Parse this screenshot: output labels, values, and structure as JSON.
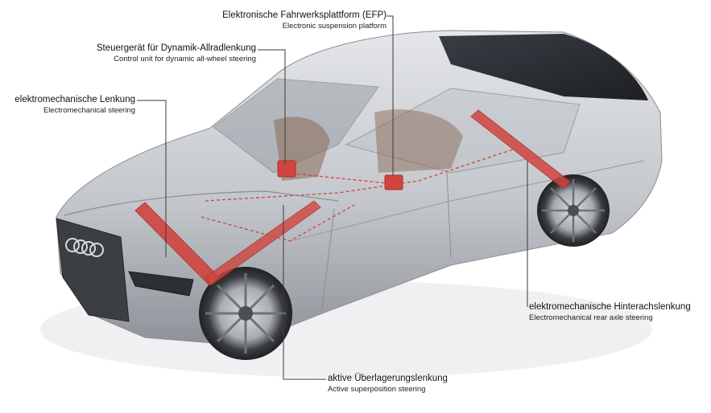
{
  "callouts": {
    "efp": {
      "de": "Elektronische Fahrwerksplattform (EFP)",
      "en": "Electronic suspension platform"
    },
    "awsControl": {
      "de": "Steuergerät für Dynamik-Allradlenkung",
      "en": "Control unit for dynamic all-wheel steering"
    },
    "emSteering": {
      "de": "elektromechanische Lenkung",
      "en": "Electromechanical steering"
    },
    "rearAxle": {
      "de": "elektromechanische Hinterachslenkung",
      "en": "Electromechanical rear axle steering"
    },
    "activeSteering": {
      "de": "aktive Überlagerungslenkung",
      "en": "Active superposition steering"
    }
  },
  "colors": {
    "body": "#c9cbcf",
    "bodyDark": "#9fa3a8",
    "glass": "#2b2e33",
    "component": "#d2453f",
    "leader": "#3a3a3a"
  },
  "icons": {
    "car": "car-illustration",
    "steering": "steering-component-icon",
    "controlUnit": "control-unit-icon"
  }
}
